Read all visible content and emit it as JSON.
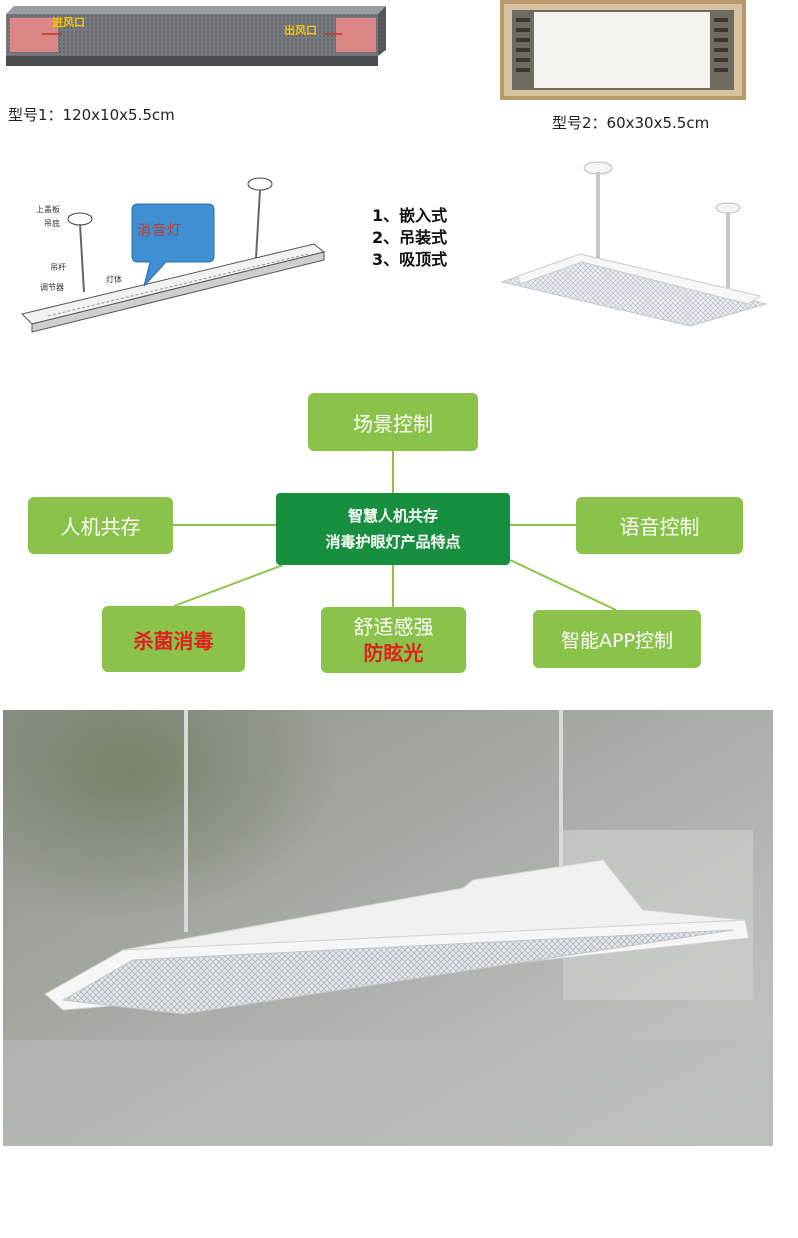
{
  "products": {
    "model1": {
      "label": "型号1：120x10x5.5cm",
      "inlet_label": "进风口",
      "outlet_label": "出风口"
    },
    "model2": {
      "label": "型号2：60x30x5.5cm"
    }
  },
  "installation": {
    "callout": "消音灯",
    "parts": {
      "ceiling_cover": "上盖板",
      "ceiling_plate": "吊底",
      "rod": "吊杆",
      "adjuster": "调节器",
      "lamp_body": "灯体"
    },
    "modes": [
      "1、嵌入式",
      "2、吊装式",
      "3、吸顶式"
    ]
  },
  "features": {
    "center_line1": "智慧人机共存",
    "center_line2": "消毒护眼灯产品特点",
    "scene_control": "场景控制",
    "coexist": "人机共存",
    "voice_control": "语音控制",
    "sterilize": "杀菌消毒",
    "comfort": "舒适感强",
    "anti_glare": "防眩光",
    "app_control": "智能APP控制"
  },
  "colors": {
    "node_green": "#8bc34a",
    "center_green": "#178f3f",
    "highlight_red": "#e02020"
  }
}
